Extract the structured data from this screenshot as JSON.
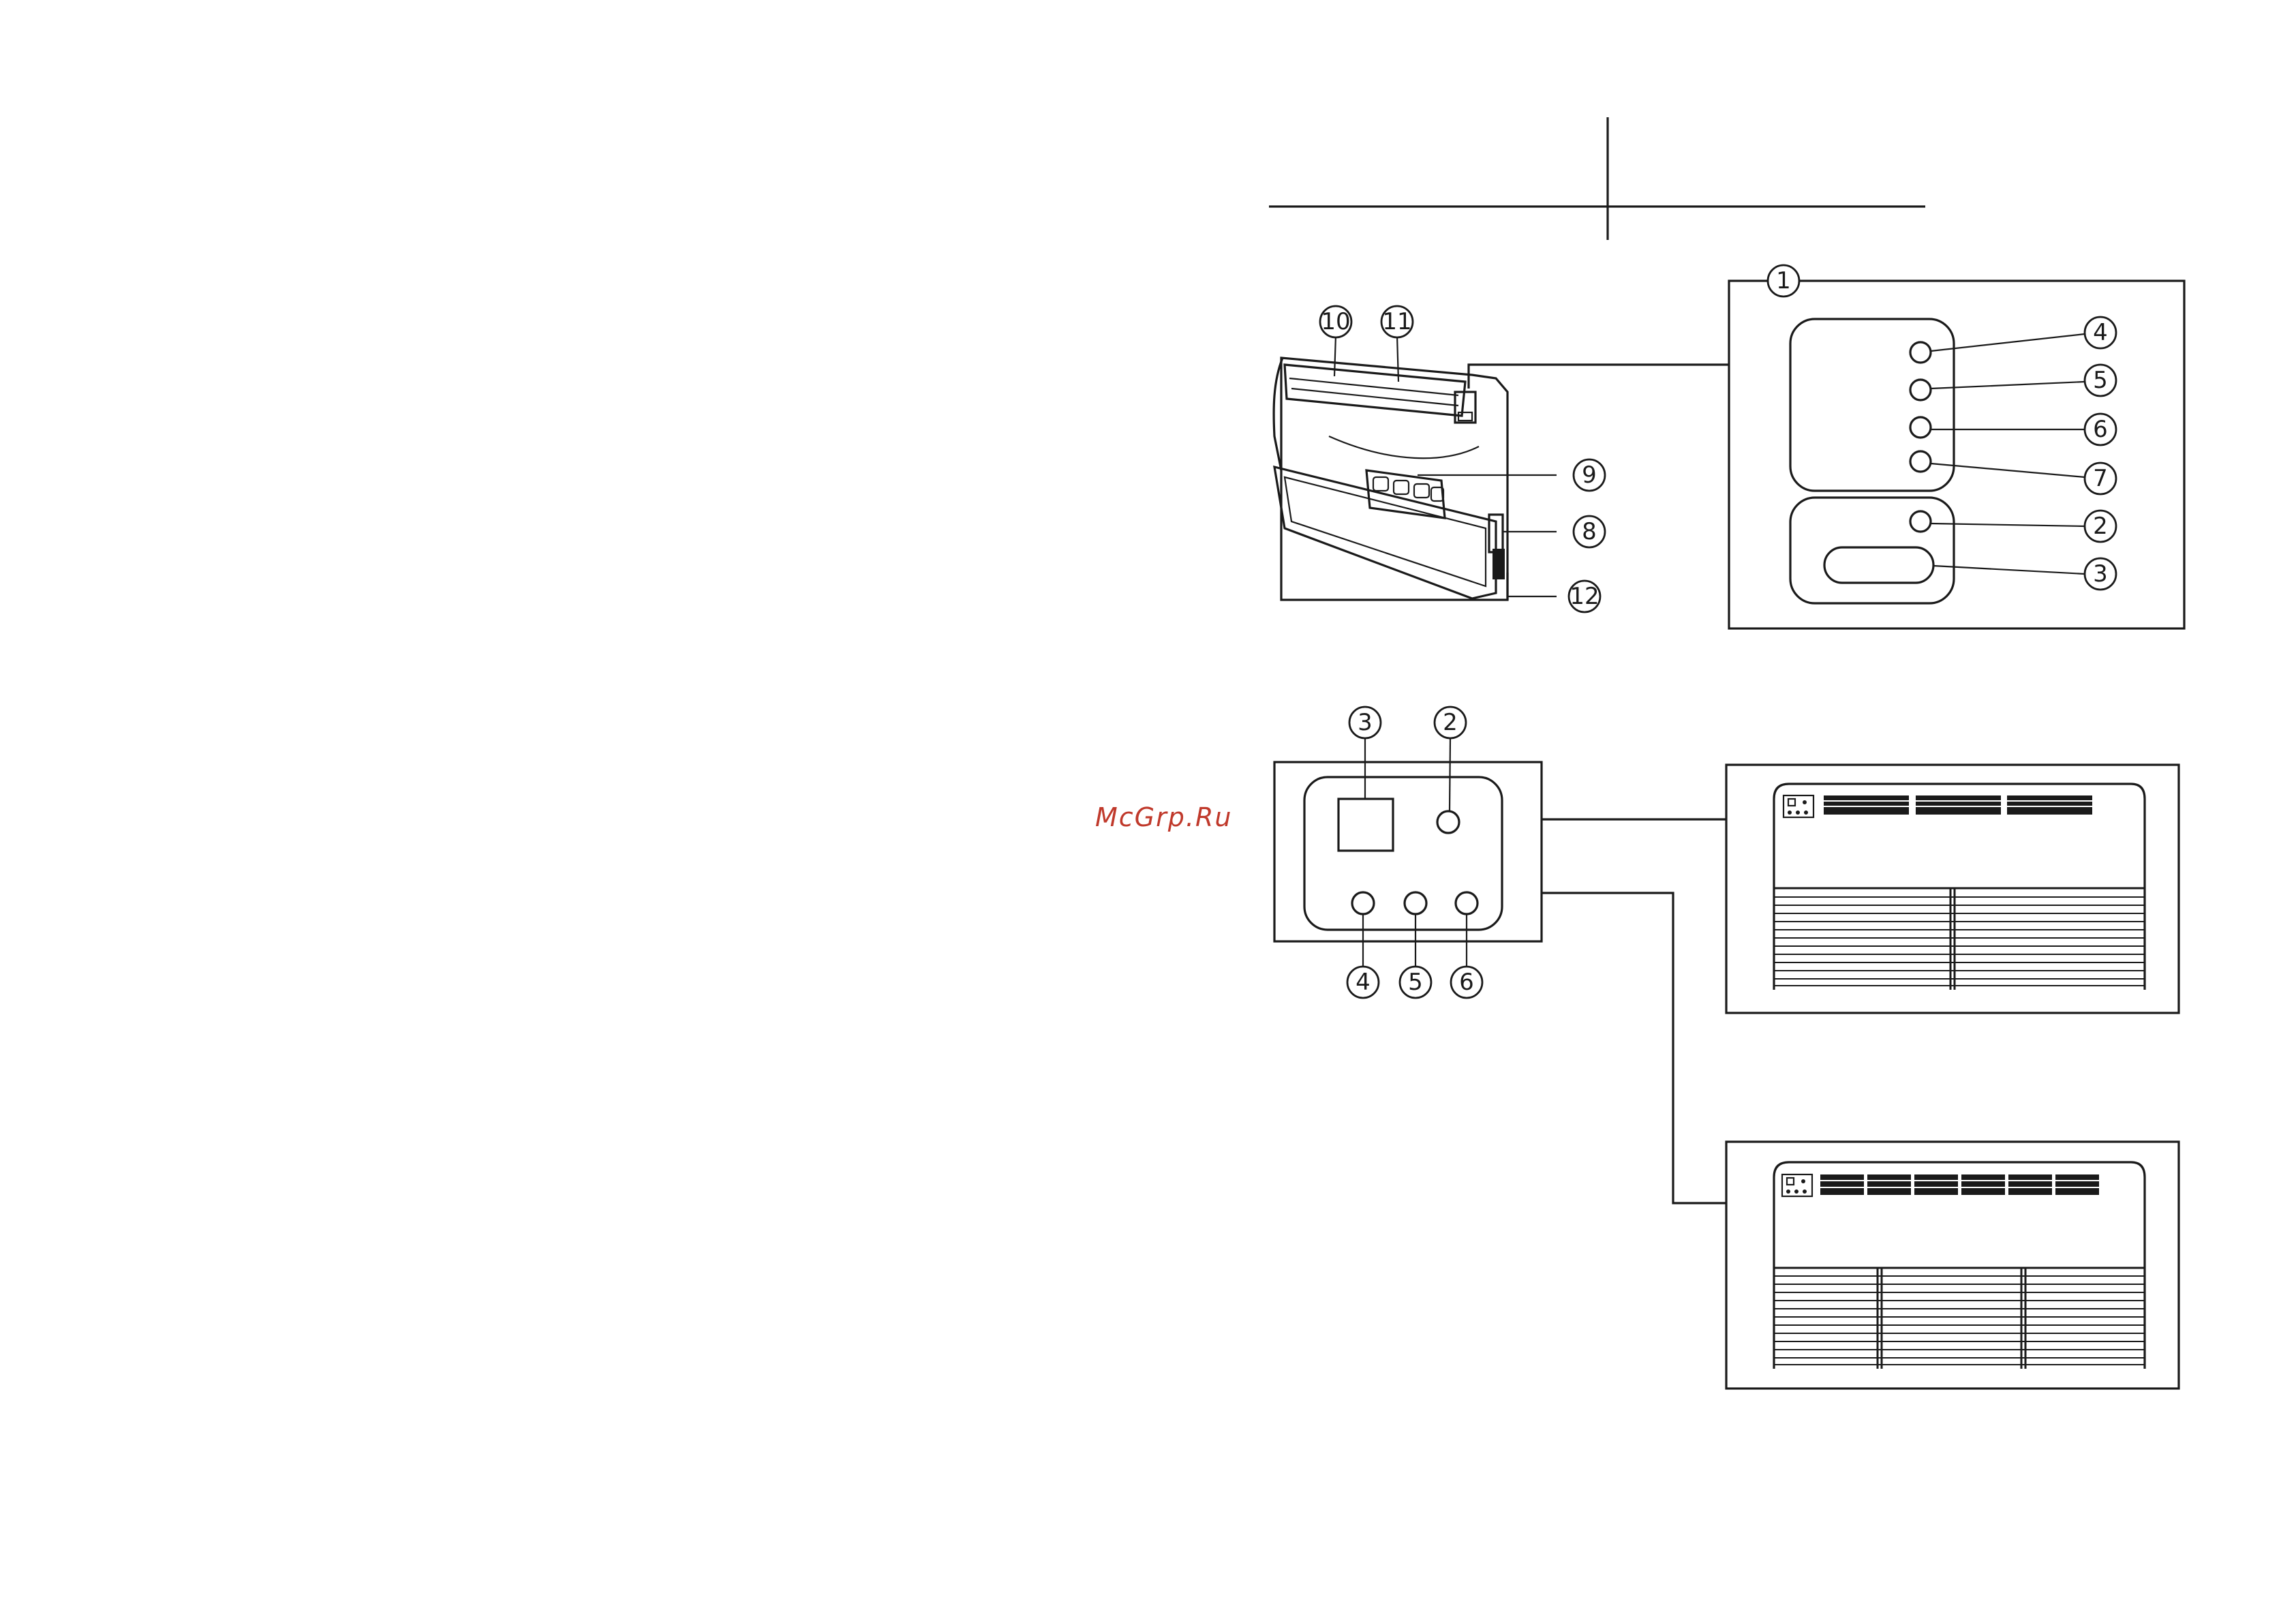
{
  "watermark": "McGrp.Ru",
  "top_figure": {
    "unit_callouts": [
      "10",
      "11",
      "9",
      "8",
      "12"
    ],
    "panel_callout": "1",
    "panel_button_callouts": [
      "4",
      "5",
      "6",
      "7",
      "2"
    ],
    "panel_display_callout": "3"
  },
  "middle_figure": {
    "top_callouts": [
      "3",
      "2"
    ],
    "bottom_callouts": [
      "4",
      "5",
      "6"
    ]
  },
  "colors": {
    "line": "#1a1a1a",
    "watermark": "#c0392b",
    "background": "#ffffff"
  }
}
